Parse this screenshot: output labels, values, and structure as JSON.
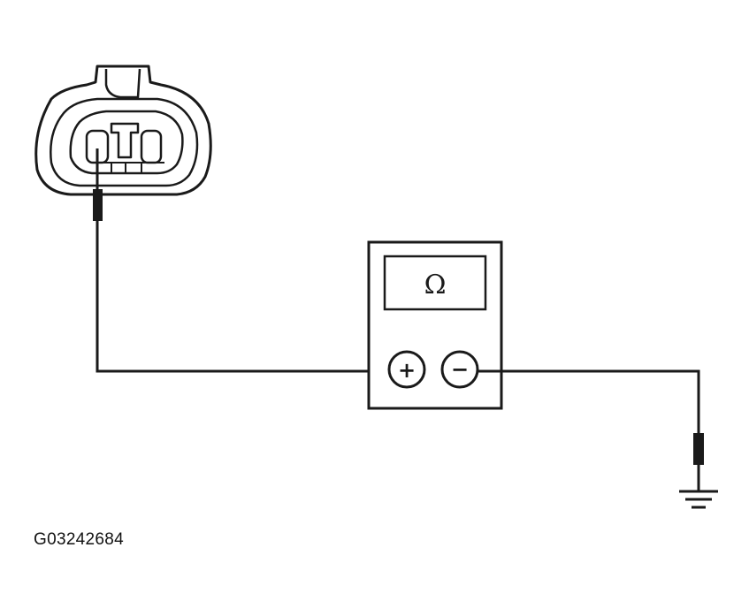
{
  "diagram": {
    "figure_id": "G03242684",
    "meter_display_symbol": "Ω",
    "meter_positive_terminal": "+",
    "meter_negative_terminal": "−",
    "components": [
      {
        "name": "connector",
        "icon": "connector-icon"
      },
      {
        "name": "ohmmeter",
        "icon": "multimeter-icon"
      },
      {
        "name": "ground",
        "icon": "ground-icon"
      }
    ],
    "colors": {
      "line": "#1a1a1a",
      "background": "#ffffff"
    }
  }
}
